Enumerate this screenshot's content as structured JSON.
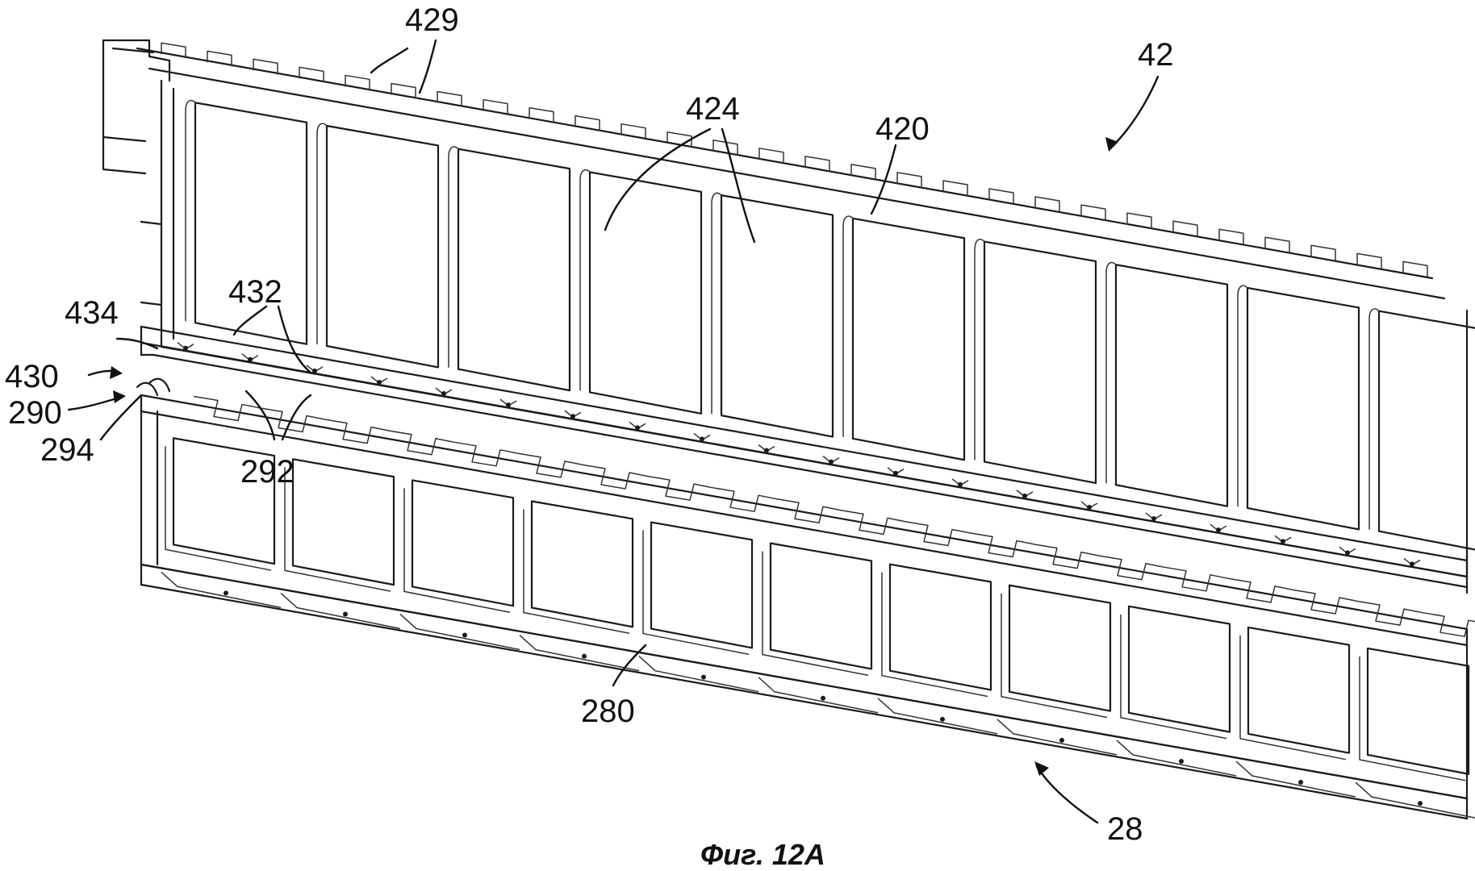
{
  "figure": {
    "caption": "Фиг. 12А",
    "colors": {
      "ink": "#1a1a1a",
      "paper": "#ffffff"
    }
  },
  "labels": {
    "r429": "429",
    "r42": "42",
    "r424": "424",
    "r420": "420",
    "r432": "432",
    "r434": "434",
    "r430": "430",
    "r290": "290",
    "r294": "294",
    "r292": "292",
    "r280": "280",
    "r28": "28"
  }
}
